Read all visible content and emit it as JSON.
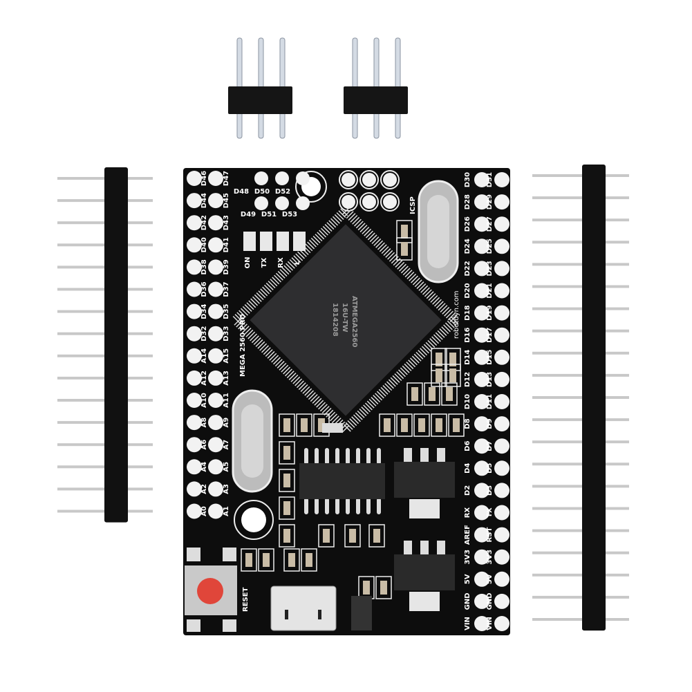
{
  "board": {
    "name": "MEGA 2560 PRO",
    "icsp": "ICSP",
    "reset": "RESET",
    "website": "robotdyn.com",
    "chip_text": [
      "ATMEGA2560",
      "16U-TW",
      "1814208"
    ],
    "leds": [
      "ON",
      "TX",
      "RX",
      "L"
    ],
    "colors": {
      "pcb": "#0d0d0d",
      "pad": "#f2f2f2",
      "reset_button": "#e0463a",
      "header": "#111111",
      "pin": "#c8c8c8"
    }
  },
  "pins": {
    "left_outer": [
      "D46",
      "D44",
      "D42",
      "D40",
      "D38",
      "D36",
      "D34",
      "D32",
      "A14",
      "A12",
      "A10",
      "A8",
      "A6",
      "A4",
      "A2",
      "A0"
    ],
    "left_inner": [
      "D47",
      "D45",
      "D43",
      "D41",
      "D39",
      "D37",
      "D35",
      "D33",
      "A15",
      "A13",
      "A11",
      "A9",
      "A7",
      "A5",
      "A3",
      "A1"
    ],
    "right_inner": [
      "D30",
      "D28",
      "D26",
      "D24",
      "D22",
      "D20",
      "D18",
      "D16",
      "D14",
      "D12",
      "D10",
      "D8",
      "D6",
      "D4",
      "D2",
      "RX",
      "AREF",
      "3V3",
      "5V",
      "GND",
      "VIN"
    ],
    "right_outer": [
      "D31",
      "D29",
      "D27",
      "D25",
      "D23",
      "D21",
      "D19",
      "D17",
      "D15",
      "D13",
      "D11",
      "D9",
      "D7",
      "D5",
      "D3",
      "TX",
      "RST",
      "3V3",
      "5V",
      "GND",
      "VIN"
    ],
    "top_row1": [
      "D48",
      "D50",
      "D52"
    ],
    "top_row2": [
      "D49",
      "D51",
      "D53"
    ]
  },
  "headers": {
    "left_pin_count": 16,
    "right_pin_count": 21,
    "small_pin_count": 3
  }
}
